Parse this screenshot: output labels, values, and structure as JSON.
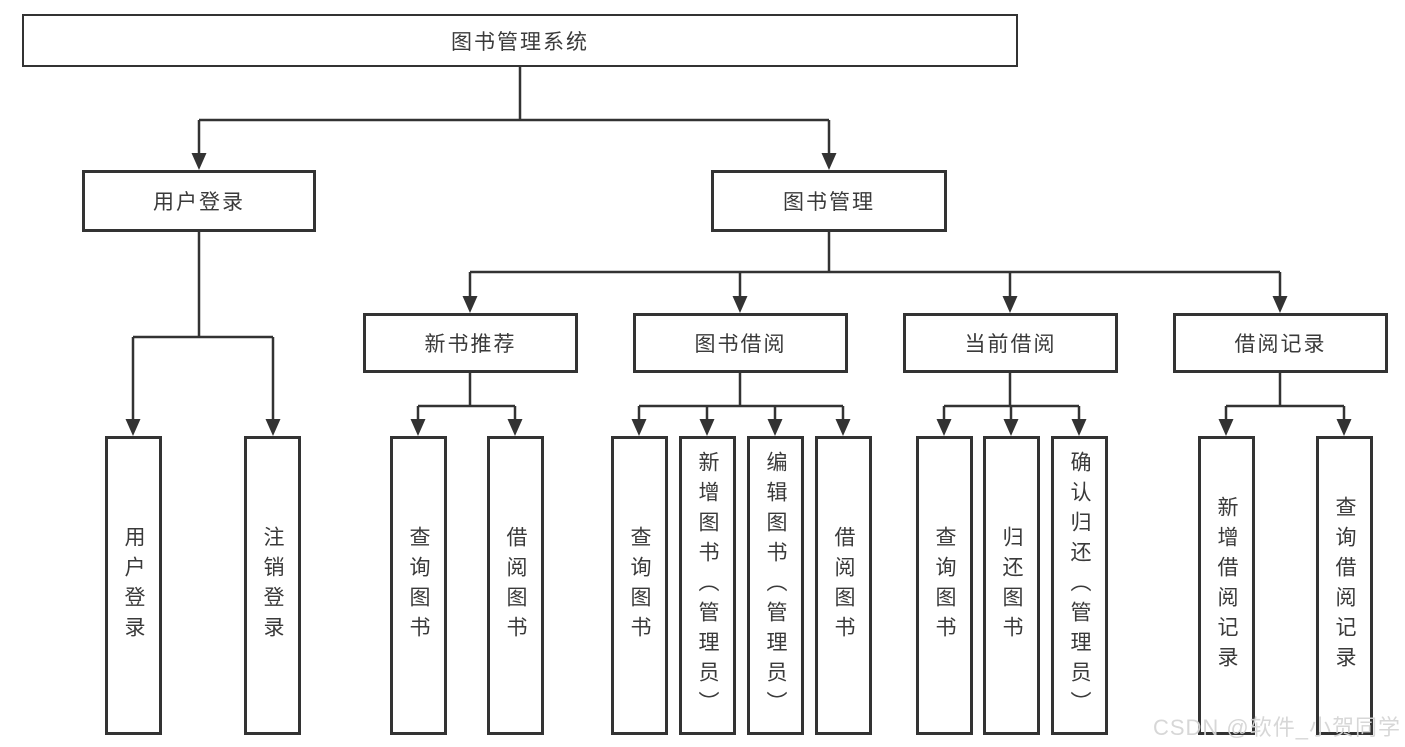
{
  "diagram_title": "图书管理系统",
  "root_label": "图书管理系统",
  "level2": {
    "user_login": "用户登录",
    "book_mgmt": "图书管理"
  },
  "level3": {
    "new_book_rec": "新书推荐",
    "book_borrow": "图书借阅",
    "current_borrow": "当前借阅",
    "borrow_records": "借阅记录"
  },
  "leaves": {
    "user_login": "用户登录",
    "logout_login": "注销登录",
    "nbr_query_books": "查询图书",
    "nbr_borrow_books": "借阅图书",
    "bb_query_books": "查询图书",
    "bb_add_books_admin": "新增图书（管理员）",
    "bb_edit_books_admin": "编辑图书（管理员）",
    "bb_borrow_books": "借阅图书",
    "cb_query_books": "查询图书",
    "cb_return_books": "归还图书",
    "cb_confirm_return_admin": "确认归还（管理员）",
    "br_add_record": "新增借阅记录",
    "br_query_record": "查询借阅记录"
  },
  "watermark": "CSDN @软件_小贺同学",
  "colors": {
    "line": "#333333",
    "box_border": "#333333",
    "text": "#3a3a3a",
    "watermark": "#d5d5d5",
    "background": "#ffffff"
  }
}
